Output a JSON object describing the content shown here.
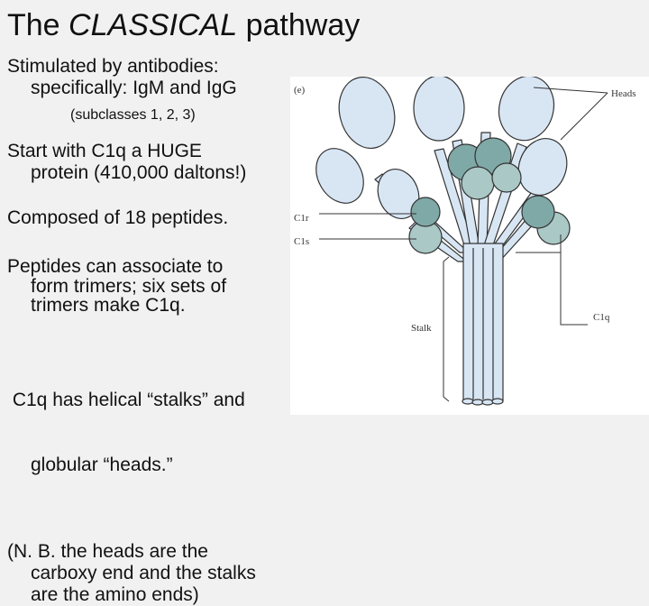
{
  "slide": {
    "title_prefix": "The ",
    "title_emph": "CLASSICAL",
    "title_suffix": " pathway",
    "lines": {
      "l1": "Stimulated by antibodies:",
      "l2": "specifically: IgM and IgG",
      "l3": "(subclasses 1, 2, 3)",
      "l4": "Start with C1q a HUGE",
      "l5": "protein (410,000 daltons!)",
      "l6": "Composed of 18 peptides.",
      "l7": "Peptides can associate to",
      "l8": "form trimers; six sets of",
      "l9": "trimers make C1q.",
      "l10": " C1q has helical “stalks” and",
      "l11": "globular “heads.”",
      "l12": "(N. B. the heads are the",
      "l13": "carboxy end and the stalks",
      "l14": "are the amino ends)"
    }
  },
  "figure": {
    "panel": "(e)",
    "heads": "Heads",
    "c1r": "C1r",
    "c1s": "C1s",
    "stalk": "Stalk",
    "c1q": "C1q",
    "colors": {
      "head_fill": "#d8e6f4",
      "stalk_fill": "#d8e6f4",
      "c1r_fill": "#7fa9a6",
      "c1s_fill": "#a9c8c6",
      "outline": "#333333"
    }
  }
}
